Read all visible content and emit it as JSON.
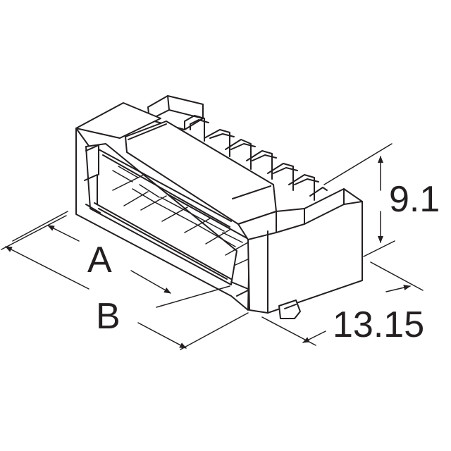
{
  "dimensions": {
    "a_label": "A",
    "b_label": "B",
    "height_label": "9.1",
    "depth_label": "13.15"
  },
  "colors": {
    "line": "#231f20",
    "background": "#ffffff"
  }
}
